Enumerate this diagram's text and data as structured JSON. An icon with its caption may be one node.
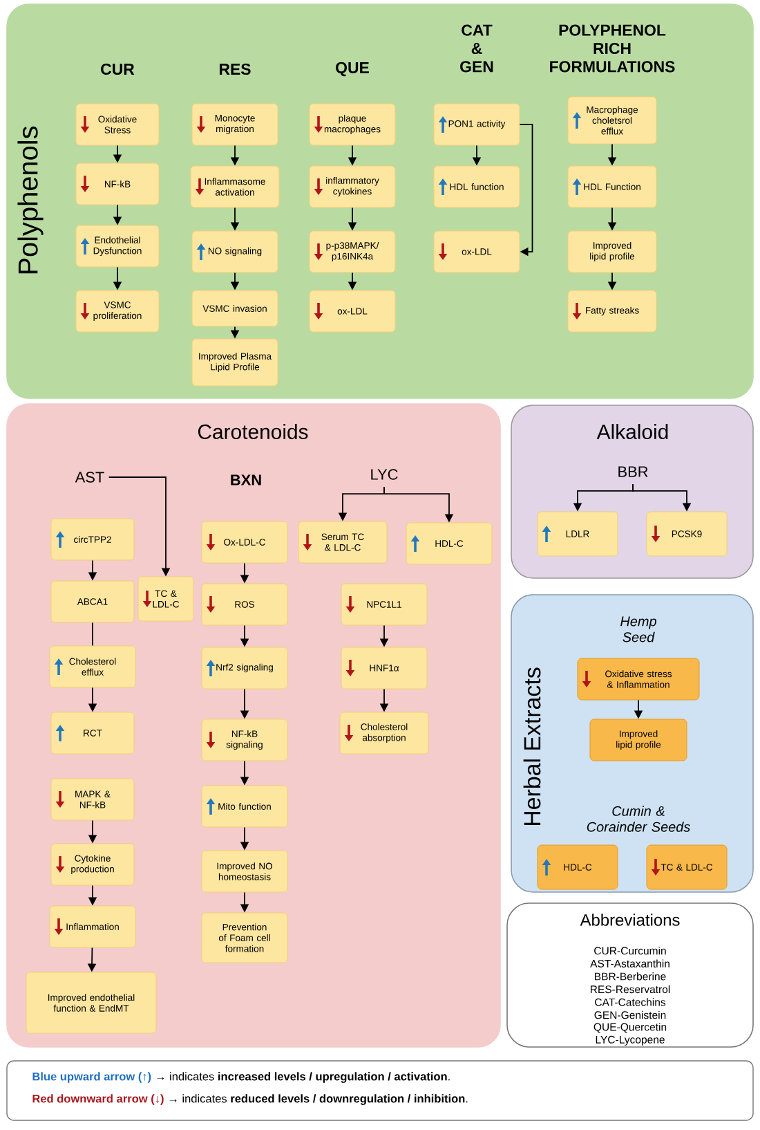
{
  "diagram": {
    "nodes": [
      {
        "text": [
          "Polyphenols"
        ]
      },
      {
        "text": [
          "Oxidative Stress"
        ],
        "in": 0
      },
      {
        "text": [
          "NF-kB"
        ],
        "in": 0
      },
      {
        "text": [
          "Endothelial Dysfunction"
        ],
        "in": 0
      },
      {
        "text": [
          "VSMC proliferation"
        ],
        "in": 0
      },
      {
        "text": [
          "Monocyte migration"
        ],
        "in": 0
      },
      {
        "text": [
          "Inflammasome activation"
        ],
        "in": 0
      },
      {
        "text": [
          "NO signaling"
        ],
        "in": 0
      },
      {
        "text": [
          "VSMC invasion"
        ],
        "in": 0
      },
      {
        "text": [
          "Improved Plasma Lipid Profile"
        ],
        "in": 0
      },
      {
        "text": [
          "plaque macrophages"
        ],
        "in": 0
      },
      {
        "text": [
          "inflammatory cytokines"
        ],
        "in": 0
      },
      {
        "text": [
          "p-p38MAPK/ p16INK4a"
        ],
        "in": 0
      },
      {
        "text": [
          "ox-LDL"
        ],
        "in": 0
      },
      {
        "text": [
          "PON1 activity"
        ],
        "in": 0
      },
      {
        "text": [
          "HDL function"
        ],
        "in": 0
      },
      {
        "text": [
          "ox-LDL"
        ],
        "in": 0
      },
      {
        "text": [
          "Macrophage choletsrol efflux"
        ],
        "in": 0
      },
      {
        "text": [
          "HDL Function"
        ],
        "in": 0
      },
      {
        "text": [
          "Improved lipid profile"
        ],
        "in": 0
      },
      {
        "text": [
          "Fatty streaks"
        ],
        "in": 0
      },
      {
        "text": [
          "Carotenoids"
        ]
      },
      {
        "text": [
          "AST"
        ],
        "in": 21
      },
      {
        "text": [
          "circTPP2"
        ],
        "in": 21
      },
      {
        "text": [
          "ABCA1"
        ],
        "in": 21
      },
      {
        "text": [
          "Cholesterol efflux"
        ],
        "in": 21
      },
      {
        "text": [
          "RCT"
        ],
        "in": 21
      },
      {
        "text": [
          "MAPK & NF-kB"
        ],
        "in": 21
      },
      {
        "text": [
          "Cytokine production"
        ],
        "in": 21
      },
      {
        "text": [
          "Inflammation"
        ],
        "in": 21
      },
      {
        "text": [
          "Improved endothelial function & EndMT"
        ],
        "in": 21
      },
      {
        "text": [
          "TC & LDL-C"
        ],
        "in": 21
      },
      {
        "text": [
          "Ox-LDL-C"
        ],
        "in": 21
      },
      {
        "text": [
          "ROS"
        ],
        "in": 21
      },
      {
        "text": [
          "Nrf2 signaling"
        ],
        "in": 21
      },
      {
        "text": [
          "NF-kB signaling"
        ],
        "in": 21
      },
      {
        "text": [
          "Mito function"
        ],
        "in": 21
      },
      {
        "text": [
          "Improved NO homeostasis"
        ],
        "in": 21
      },
      {
        "text": [
          "Prevention of Foam cell formation"
        ],
        "in": 21
      },
      {
        "text": [
          "LYC"
        ],
        "in": 21
      },
      {
        "text": [
          "Serum TC & LDL-C"
        ],
        "in": 21
      },
      {
        "text": [
          "HDL-C"
        ],
        "in": 21
      },
      {
        "text": [
          "NPC1L1"
        ],
        "in": 21
      },
      {
        "text": [
          "HNF1α"
        ],
        "in": 21
      },
      {
        "text": [
          "Cholesterol absorption"
        ],
        "in": 21
      },
      {
        "text": [
          "Alkaloid"
        ]
      },
      {
        "text": [
          "BBR"
        ],
        "in": 45
      },
      {
        "text": [
          "LDLR"
        ],
        "in": 45
      },
      {
        "text": [
          "PCSK9"
        ],
        "in": 45
      },
      {
        "text": [
          "Herbal Extracts"
        ]
      },
      {
        "text": [
          "Oxidative stress & Inflammation"
        ],
        "in": 49
      },
      {
        "text": [
          "Improved lipid profile"
        ],
        "in": 49
      },
      {
        "text": [
          "HDL-C"
        ],
        "in": 49
      },
      {
        "text": [
          "TC & LDL-C"
        ],
        "in": 49
      },
      {
        "text": [
          "Abbreviations",
          "CUR-Curcumin",
          "AST-Astaxanthin",
          "BBR-Berberine",
          "RES-Reservatrol",
          "CAT-Catechins",
          "GEN-Genistein",
          "QUE-Quercetin",
          "LYC-Lycopene"
        ]
      }
    ],
    "edges": [
      {
        "from": 1,
        "to": 2,
        "arrow": "to"
      },
      {
        "from": 2,
        "to": 3,
        "arrow": "to"
      },
      {
        "from": 3,
        "to": 4,
        "arrow": "to"
      },
      {
        "from": 5,
        "to": 6,
        "arrow": "to"
      },
      {
        "from": 6,
        "to": 7,
        "arrow": "to"
      },
      {
        "from": 7,
        "to": 8,
        "arrow": "to"
      },
      {
        "from": 8,
        "to": 9,
        "arrow": "to"
      },
      {
        "from": 10,
        "to": 11,
        "arrow": "to"
      },
      {
        "from": 11,
        "to": 12,
        "arrow": "to"
      },
      {
        "from": 12,
        "to": 13,
        "arrow": "to"
      },
      {
        "from": 14,
        "to": 15,
        "arrow": "to"
      },
      {
        "from": 14,
        "to": 16,
        "arrow": "to"
      },
      {
        "from": 17,
        "to": 18,
        "arrow": "to"
      },
      {
        "from": 18,
        "to": 19,
        "arrow": "to"
      },
      {
        "from": 19,
        "to": 20,
        "arrow": "to"
      },
      {
        "from": 22,
        "to": 31,
        "arrow": "to"
      },
      {
        "from": 23,
        "to": 24,
        "arrow": "to"
      },
      {
        "from": 24,
        "to": 25,
        "arrow": "none"
      },
      {
        "from": 25,
        "to": 26,
        "arrow": "to"
      },
      {
        "from": 27,
        "to": 28,
        "arrow": "to"
      },
      {
        "from": 28,
        "to": 29,
        "arrow": "to"
      },
      {
        "from": 29,
        "to": 30,
        "arrow": "to"
      },
      {
        "from": 32,
        "to": 33,
        "arrow": "to"
      },
      {
        "from": 33,
        "to": 34,
        "arrow": "to"
      },
      {
        "from": 34,
        "to": 35,
        "arrow": "to"
      },
      {
        "from": 35,
        "to": 36,
        "arrow": "to"
      },
      {
        "from": 36,
        "to": 37,
        "arrow": "to"
      },
      {
        "from": 37,
        "to": 38,
        "arrow": "to"
      },
      {
        "from": 39,
        "to": 40,
        "arrow": "to"
      },
      {
        "from": 39,
        "to": 41,
        "arrow": "to"
      },
      {
        "from": 42,
        "to": 43,
        "arrow": "to"
      },
      {
        "from": 43,
        "to": 44,
        "arrow": "to"
      },
      {
        "from": 46,
        "to": 47,
        "arrow": "to"
      },
      {
        "from": 46,
        "to": 48,
        "arrow": "to"
      },
      {
        "from": 50,
        "to": 51,
        "arrow": "to"
      }
    ],
    "labels": [
      "CUR",
      "RES",
      "QUE",
      "CAT & GEN",
      "POLYPHENOL RICH FORMULATIONS",
      "BXN",
      "Hemp Seed",
      "Cumin & Corainder Seeds",
      "→ indicates **increased levels / upregulation / activation**.",
      "→ indicates **reduced levels / downregulation / inhibition**."
    ],
    "legend": [
      {
        "text": "Blue upward arrow (↑)",
        "color": "#1f6fc0"
      },
      {
        "text": "Red downward arrow (↓)",
        "color": "#a8161b"
      }
    ]
  }
}
